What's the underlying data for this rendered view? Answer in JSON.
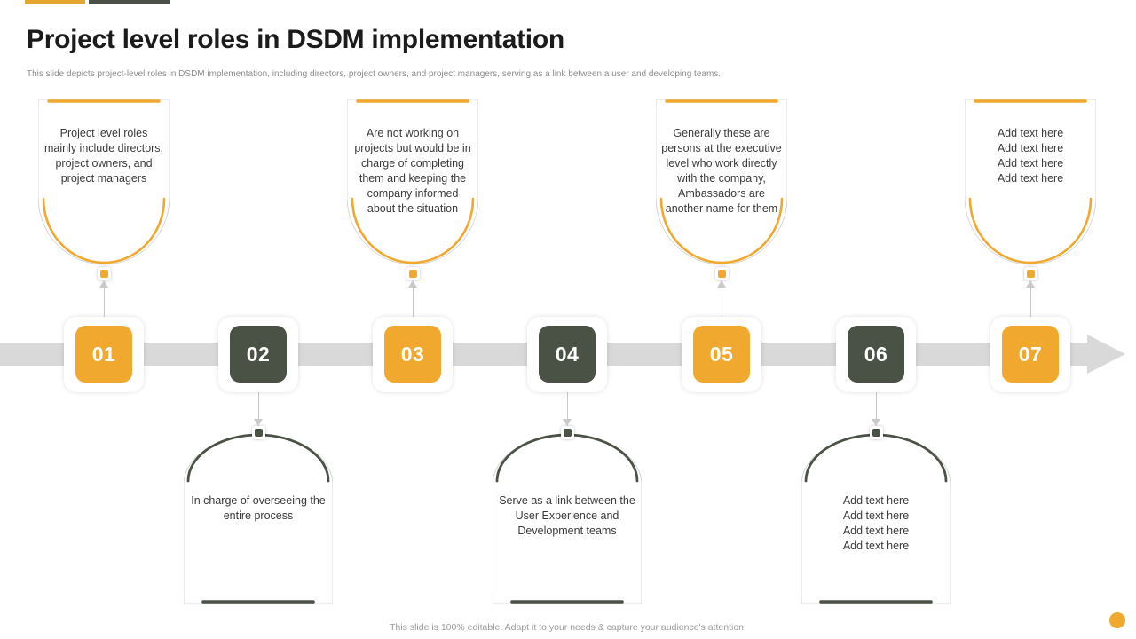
{
  "header": {
    "title": "Project level roles in DSDM implementation",
    "subtitle": "This slide depicts project-level roles in DSDM implementation, including directors, project owners, and project managers, serving as a link between a user and developing teams.",
    "accent_orange": "#E3A72F",
    "accent_dark": "#4A4F48"
  },
  "theme": {
    "orange": "#F0A92E",
    "dark_green": "#4A5246",
    "timeline_grey": "#D9D9D9",
    "connector_grey": "#C9C9C9",
    "text_grey": "#3A3A3A"
  },
  "timeline": {
    "direction": "right",
    "nodes": [
      {
        "number": "01",
        "color": "orange",
        "position": "top"
      },
      {
        "number": "02",
        "color": "dark",
        "position": "bottom"
      },
      {
        "number": "03",
        "color": "orange",
        "position": "top"
      },
      {
        "number": "04",
        "color": "dark",
        "position": "bottom"
      },
      {
        "number": "05",
        "color": "orange",
        "position": "top"
      },
      {
        "number": "06",
        "color": "dark",
        "position": "bottom"
      },
      {
        "number": "07",
        "color": "orange",
        "position": "top"
      }
    ]
  },
  "top_cards": [
    {
      "node": "01",
      "text": "Project level roles mainly include directors, project owners, and project managers"
    },
    {
      "node": "03",
      "text": "Are not working on projects but would be in charge of completing them and keeping the company informed about the situation"
    },
    {
      "node": "05",
      "text": "Generally these are persons at the executive level who work directly with the company, Ambassadors are another name for them"
    },
    {
      "node": "07",
      "text": "Add text here\nAdd text here\nAdd text here\nAdd text here"
    }
  ],
  "bottom_cards": [
    {
      "node": "02",
      "text": "In charge of overseeing the entire process"
    },
    {
      "node": "04",
      "text": "Serve as a link between the User Experience and Development teams"
    },
    {
      "node": "06",
      "text": "Add text here\nAdd text here\nAdd text here\nAdd text here"
    }
  ],
  "footer": {
    "note": "This slide is 100% editable. Adapt it to your needs & capture your audience's attention."
  }
}
